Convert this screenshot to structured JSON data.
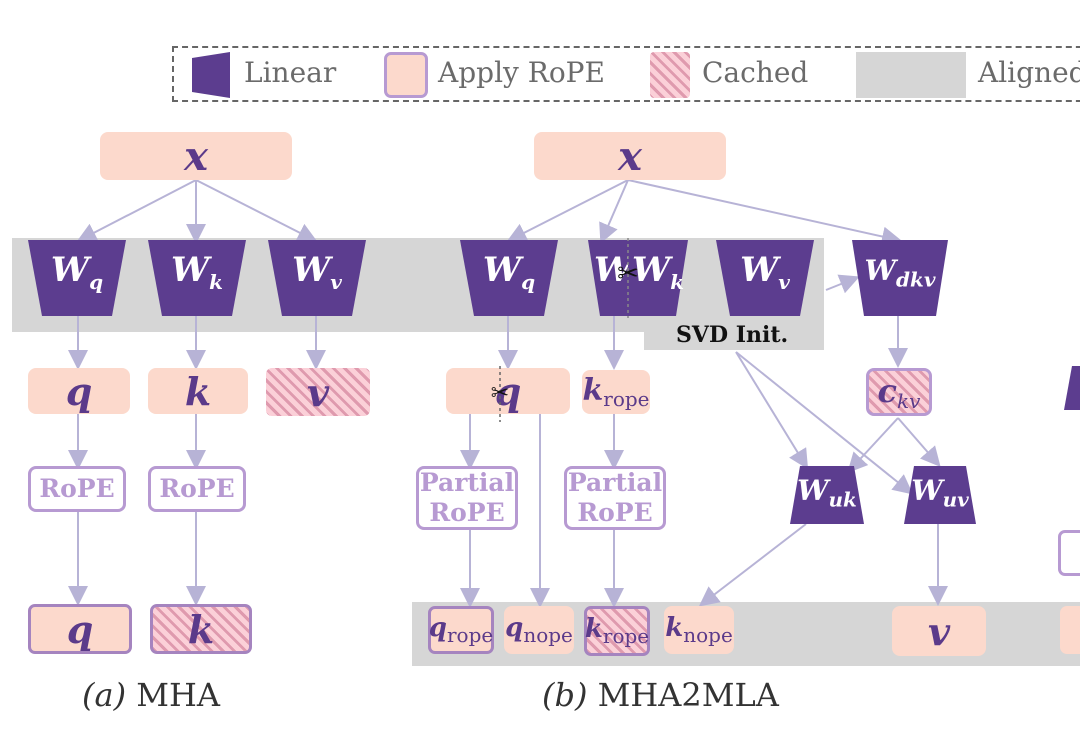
{
  "legend": {
    "linear_label": "Linear",
    "rope_label": "Apply RoPE",
    "cached_label": "Cached",
    "aligned_label": "Aligned"
  },
  "mha": {
    "x": "x",
    "wq": "W",
    "wq_sub": "q",
    "wk": "W",
    "wk_sub": "k",
    "wv": "W",
    "wv_sub": "v",
    "q": "q",
    "k": "k",
    "v": "v",
    "rope1": "RoPE",
    "rope2": "RoPE",
    "q_out": "q",
    "k_out": "k",
    "caption_prefix": "(a)",
    "caption": "MHA"
  },
  "mla": {
    "x": "x",
    "wq": "W",
    "wq_sub": "q",
    "wk": "W",
    "wk_sub": "k",
    "wv": "W",
    "wv_sub": "v",
    "wdkv": "W",
    "wdkv_sub": "dkv",
    "svd": "SVD Init.",
    "q": "q",
    "krope": "k",
    "krope_sub": "rope",
    "ckv": "c",
    "ckv_sub": "kv",
    "partial1": "Partial RoPE",
    "partial2": "Partial RoPE",
    "wuk": "W",
    "wuk_sub": "uk",
    "wuv": "W",
    "wuv_sub": "uv",
    "qrope": "q",
    "qrope_sub": "rope",
    "qnope": "q",
    "qnope_sub": "nope",
    "krope_out": "k",
    "krope_out_sub": "rope",
    "knope": "k",
    "knope_sub": "nope",
    "v_out": "v",
    "caption_prefix": "(b)",
    "caption": "MHA2MLA"
  },
  "colors": {
    "linear": "#5c3d8f",
    "rope_fill": "#fcd9cc",
    "aligned": "#d6d6d6",
    "arrow": "#b7b3d6",
    "rope_text": "#b79ad2"
  }
}
